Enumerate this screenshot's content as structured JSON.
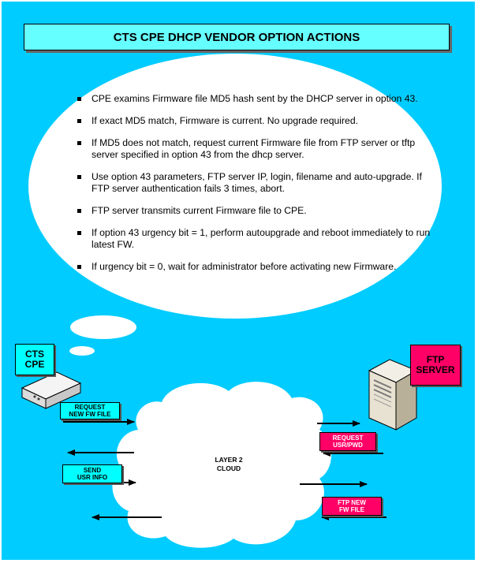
{
  "title": "CTS CPE DHCP VENDOR OPTION ACTIONS",
  "bullets": [
    "CPE examins Firmware file MD5 hash sent by the DHCP server in option 43.",
    "If exact MD5 match, Firmware is current. No upgrade required.",
    "If MD5 does not match, request current Firmware file from FTP server or tftp server specified in option 43 from the dhcp server.",
    "Use option 43 parameters, FTP server IP, login, filename and auto-upgrade. If FTP server authentication fails 3 times, abort.",
    "FTP server transmits current Firmware file to CPE.",
    "If option 43 urgency bit = 1, perform autoupgrade and reboot immediately  to run latest FW.",
    "If urgency bit = 0, wait for administrator before activating new Firmware."
  ],
  "cpe": {
    "line1": "CTS",
    "line2": "CPE"
  },
  "server": {
    "line1": "FTP",
    "line2": "SERVER"
  },
  "cloud": {
    "line1": "LAYER 2",
    "line2": "CLOUD"
  },
  "labels": {
    "request_fw": {
      "line1": "REQUEST",
      "line2": "NEW FW FILE"
    },
    "request_usr": {
      "line1": "REQUEST",
      "line2": "USR/PWD"
    },
    "send_usr": {
      "line1": "SEND",
      "line2": "USR INFO"
    },
    "ftp_new": {
      "line1": "FTP NEW",
      "line2": "FW FILE"
    }
  },
  "colors": {
    "background": "#00ccff",
    "title_box": "#66ffff",
    "cyan_label": "#00ffff",
    "pink_label": "#ff0066"
  }
}
